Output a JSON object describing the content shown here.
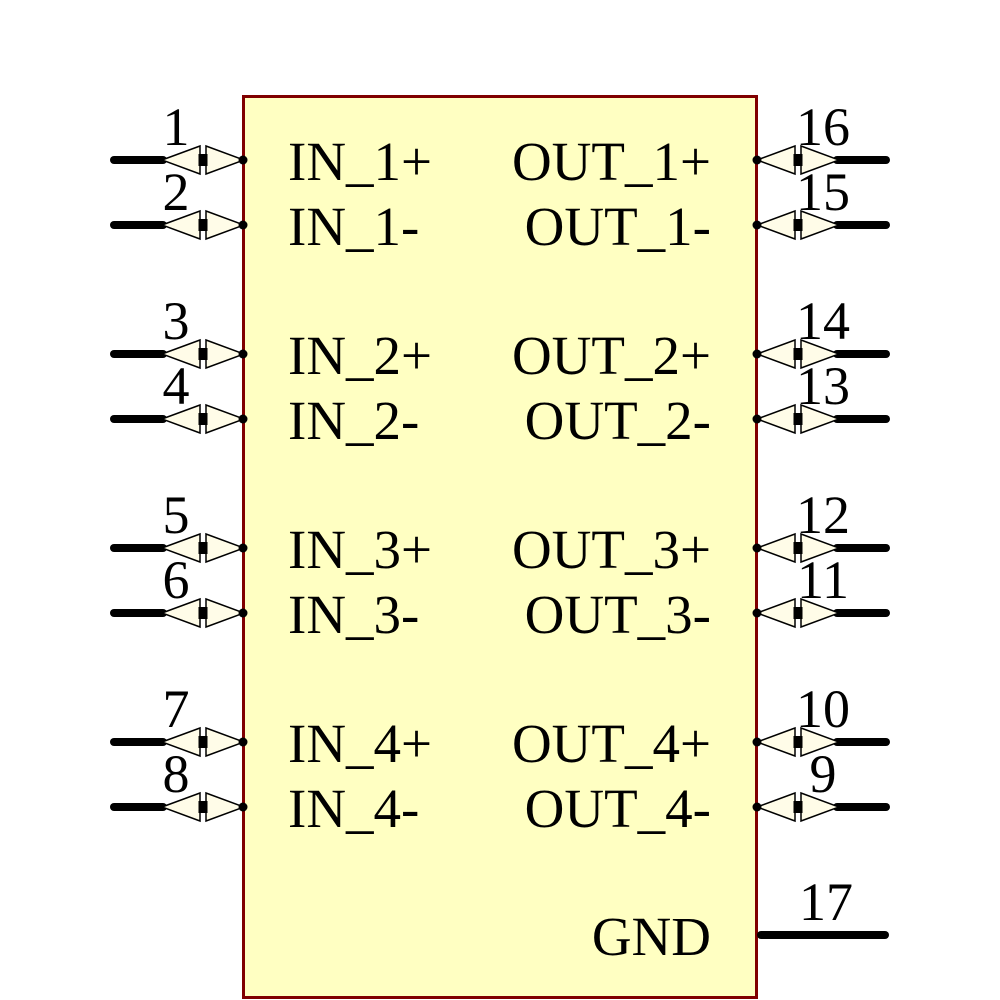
{
  "component": {
    "colors": {
      "background": "#FFFFFF",
      "body_fill": "#FFFFC2",
      "body_border": "#800000",
      "pin_arrow_fill": "#FFFCE8",
      "wire": "#000000",
      "text": "#000000"
    },
    "left_pins": [
      {
        "number": "1",
        "label": "IN_1+"
      },
      {
        "number": "2",
        "label": "IN_1-"
      },
      {
        "number": "3",
        "label": "IN_2+"
      },
      {
        "number": "4",
        "label": "IN_2-"
      },
      {
        "number": "5",
        "label": "IN_3+"
      },
      {
        "number": "6",
        "label": "IN_3-"
      },
      {
        "number": "7",
        "label": "IN_4+"
      },
      {
        "number": "8",
        "label": "IN_4-"
      }
    ],
    "right_pins": [
      {
        "number": "16",
        "label": "OUT_1+"
      },
      {
        "number": "15",
        "label": "OUT_1-"
      },
      {
        "number": "14",
        "label": "OUT_2+"
      },
      {
        "number": "13",
        "label": "OUT_2-"
      },
      {
        "number": "12",
        "label": "OUT_3+"
      },
      {
        "number": "11",
        "label": "OUT_3-"
      },
      {
        "number": "10",
        "label": "OUT_4+"
      },
      {
        "number": "9",
        "label": "OUT_4-"
      }
    ],
    "bottom_pin": {
      "number": "17",
      "label": "GND"
    }
  }
}
